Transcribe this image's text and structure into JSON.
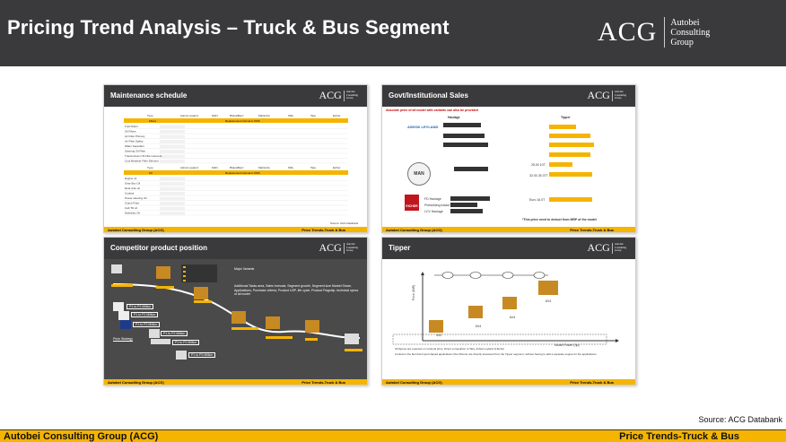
{
  "header": {
    "title": "Pricing Trend Analysis – Truck & Bus Segment",
    "logo_mark": "ACG",
    "logo_lines": [
      "Autobei",
      "Consulting",
      "Group"
    ]
  },
  "thumbnails": {
    "maintenance": {
      "title": "Maintenance schedule",
      "columns": [
        "Type",
        "Ashok Leyland",
        "MAN",
        "BharatBenz",
        "Mahindra",
        "SML",
        "Tata",
        "Eicher"
      ],
      "section1": "Replacement interval in KMS",
      "section1_label": "Filters",
      "rows1": [
        "Fuel Filters",
        "Oil Filters",
        "Air Filter Primary",
        "Air Filter Safety",
        "Water Separator",
        "Steering Oil Filter",
        "Transmission Oil Filter element",
        "Cool Breather Filter Element"
      ],
      "section2": "Replacement interval in KMS",
      "section2_label": "Oil",
      "rows2": [
        "Engine oil",
        "Gear Box Oil",
        "Rear Axle oil",
        "Coolant",
        "Power steering Oil",
        "Clutch Fluid",
        "Cab Tilt oil",
        "Hydraulic Oil"
      ],
      "source": "Source: ACG Databank",
      "footer_left": "Autobei Consulting Group (ACG)",
      "footer_right": "Price Trends-Truck & Bus"
    },
    "govt": {
      "title": "Govt/Institutional Sales",
      "subtitle": "Absolute price of all model with variants can also be provided",
      "col_left": "Haulage",
      "col_right": "Tipper",
      "brands": [
        "ASHOK LEYLAND",
        "MAN",
        "EICHER"
      ],
      "labels": [
        "25.00 10T",
        "32.00 25.37T",
        "Euro 16.0T",
        "FD Haulage",
        "Prebuilding tractor",
        "LCV Haulage"
      ],
      "note": "*This price need to deduct from MRP of the model",
      "footer_left": "Autobei Consulting Group (ACG)",
      "footer_right": "Price Trends-Truck & Bus"
    },
    "competitor": {
      "title": "Competitor product position",
      "major_variants": "Major Variants",
      "desc": "Additional Tasks area, Sales forecast, Segment growth, Segment size Market Share, Applications, Purchase criteria, Product USP, life cycle, Product Flagship, technical specs of all model",
      "price_labels": [
        "P1 to P2 Million",
        "P1 to P2 Million",
        "P1 to P2 Million",
        "P1 to P2 Million",
        "P1 to P2 Million",
        "P1 to P2 Million"
      ],
      "price_strategy": "Price Strategy",
      "footer_left": "Autobei Consulting Group (ACG)",
      "footer_right": "Price Trends-Truck & Bus"
    },
    "tipper": {
      "title": "Tipper",
      "axis_y": "Price (INR)",
      "axis_x": "Model Power (hp)",
      "models": [
        "6X4",
        "6X4",
        "6X4",
        "4X2"
      ],
      "note1": "All figures are reported on retrieval price. Direct competition to Tata, Ashok Leyland & Eicher",
      "note2": "Limited to the fact that Import-based applications (the Mixers) are directly accessed from the Tipper segment, without having to add a separate engine for the applications",
      "footer_left": "Autobei Consulting Group (ACG)",
      "footer_right": "Price Trends-Truck & Bus"
    }
  },
  "source": "Source: ACG Databank",
  "footer": {
    "left": "Autobei Consulting Group (ACG)",
    "right": "Price Trends-Truck & Bus"
  },
  "colors": {
    "dark": "#3a3a3c",
    "accent": "#f5b400"
  }
}
